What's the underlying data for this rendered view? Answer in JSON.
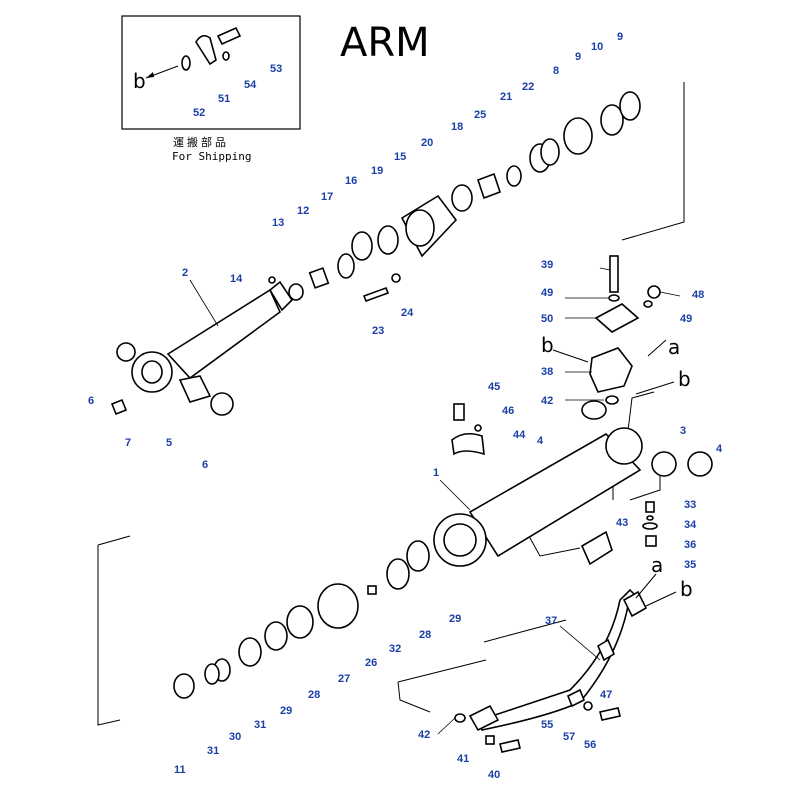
{
  "title": "ARM",
  "shipping_label_jp": "運搬部品",
  "shipping_label_en": "For Shipping",
  "view_letters": [
    "a",
    "b"
  ],
  "parts": [
    {
      "id": "p1",
      "no": "1"
    },
    {
      "id": "p2",
      "no": "2"
    },
    {
      "id": "p3",
      "no": "3"
    },
    {
      "id": "p4a",
      "no": "4"
    },
    {
      "id": "p4b",
      "no": "4"
    },
    {
      "id": "p5",
      "no": "5"
    },
    {
      "id": "p6a",
      "no": "6"
    },
    {
      "id": "p6b",
      "no": "6"
    },
    {
      "id": "p7",
      "no": "7"
    },
    {
      "id": "p8",
      "no": "8"
    },
    {
      "id": "p9a",
      "no": "9"
    },
    {
      "id": "p9b",
      "no": "9"
    },
    {
      "id": "p10",
      "no": "10"
    },
    {
      "id": "p11",
      "no": "11"
    },
    {
      "id": "p12",
      "no": "12"
    },
    {
      "id": "p13",
      "no": "13"
    },
    {
      "id": "p14",
      "no": "14"
    },
    {
      "id": "p15",
      "no": "15"
    },
    {
      "id": "p16",
      "no": "16"
    },
    {
      "id": "p17",
      "no": "17"
    },
    {
      "id": "p18",
      "no": "18"
    },
    {
      "id": "p19",
      "no": "19"
    },
    {
      "id": "p20",
      "no": "20"
    },
    {
      "id": "p21",
      "no": "21"
    },
    {
      "id": "p22",
      "no": "22"
    },
    {
      "id": "p23",
      "no": "23"
    },
    {
      "id": "p24",
      "no": "24"
    },
    {
      "id": "p25",
      "no": "25"
    },
    {
      "id": "p26",
      "no": "26"
    },
    {
      "id": "p27",
      "no": "27"
    },
    {
      "id": "p28a",
      "no": "28"
    },
    {
      "id": "p28b",
      "no": "28"
    },
    {
      "id": "p29a",
      "no": "29"
    },
    {
      "id": "p29b",
      "no": "29"
    },
    {
      "id": "p30",
      "no": "30"
    },
    {
      "id": "p31a",
      "no": "31"
    },
    {
      "id": "p31b",
      "no": "31"
    },
    {
      "id": "p32",
      "no": "32"
    },
    {
      "id": "p33",
      "no": "33"
    },
    {
      "id": "p34",
      "no": "34"
    },
    {
      "id": "p35",
      "no": "35"
    },
    {
      "id": "p36",
      "no": "36"
    },
    {
      "id": "p37",
      "no": "37"
    },
    {
      "id": "p38",
      "no": "38"
    },
    {
      "id": "p39",
      "no": "39"
    },
    {
      "id": "p40",
      "no": "40"
    },
    {
      "id": "p41",
      "no": "41"
    },
    {
      "id": "p42a",
      "no": "42"
    },
    {
      "id": "p42b",
      "no": "42"
    },
    {
      "id": "p43",
      "no": "43"
    },
    {
      "id": "p44",
      "no": "44"
    },
    {
      "id": "p45",
      "no": "45"
    },
    {
      "id": "p46",
      "no": "46"
    },
    {
      "id": "p47",
      "no": "47"
    },
    {
      "id": "p48",
      "no": "48"
    },
    {
      "id": "p49a",
      "no": "49"
    },
    {
      "id": "p49b",
      "no": "49"
    },
    {
      "id": "p50",
      "no": "50"
    },
    {
      "id": "p51",
      "no": "51"
    },
    {
      "id": "p52",
      "no": "52"
    },
    {
      "id": "p53",
      "no": "53"
    },
    {
      "id": "p54",
      "no": "54"
    },
    {
      "id": "p55",
      "no": "55"
    },
    {
      "id": "p56",
      "no": "56"
    },
    {
      "id": "p57",
      "no": "57"
    }
  ],
  "colors": {
    "callout": "#1a3fa6",
    "line": "#000000",
    "background": "#ffffff"
  }
}
